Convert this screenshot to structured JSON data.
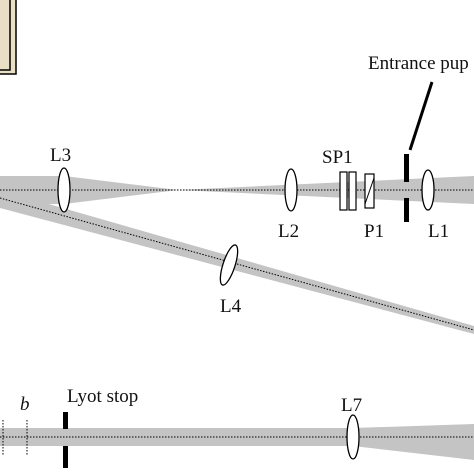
{
  "labels": {
    "entrance_pupil": "Entrance pup",
    "l1": "L1",
    "l2": "L2",
    "l3": "L3",
    "l4": "L4",
    "l7": "L7",
    "sp1": "SP1",
    "p1": "P1",
    "lyot_stop": "Lyot stop",
    "b": "b"
  },
  "colors": {
    "beam": "#c4c4c4",
    "detector_fill": "#e8dfc4",
    "lens_fill": "#ffffff",
    "line": "#000000"
  }
}
